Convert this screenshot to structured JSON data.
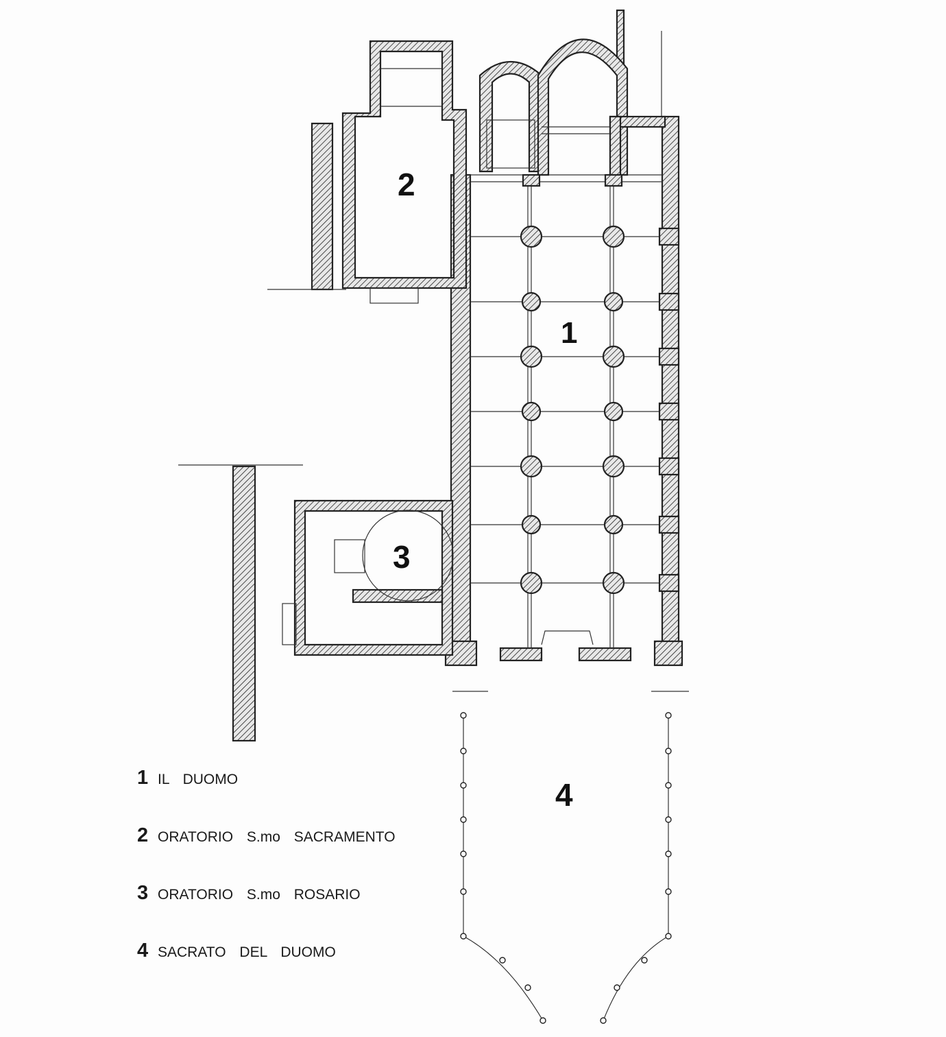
{
  "plan": {
    "labels": {
      "duomo": "1",
      "oratorio_sacramento": "2",
      "oratorio_rosario": "3",
      "sacrato": "4"
    },
    "colors": {
      "ink": "#222222",
      "paper": "#fdfdfd"
    }
  },
  "legend": {
    "items": [
      {
        "num": "1",
        "text": "IL DUOMO"
      },
      {
        "num": "2",
        "text": "ORATORIO S.mo SACRAMENTO"
      },
      {
        "num": "3",
        "text": "ORATORIO S.mo ROSARIO"
      },
      {
        "num": "4",
        "text": "SACRATO DEL DUOMO"
      }
    ]
  }
}
